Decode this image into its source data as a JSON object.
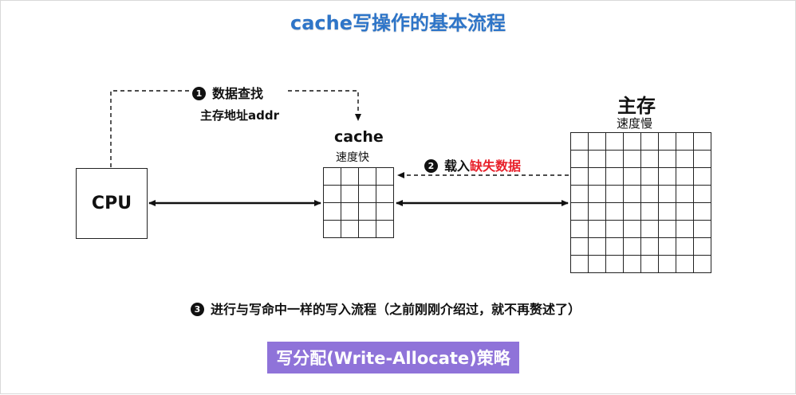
{
  "title": "cache写操作的基本流程",
  "step1": {
    "number": "1",
    "label": "数据查找",
    "sublabel": "主存地址addr"
  },
  "step2": {
    "number": "2",
    "label_prefix": "载入",
    "label_highlight": "缺失数据"
  },
  "step3": {
    "number": "3",
    "label": "进行与写命中一样的写入流程（之前刚刚介绍过，就不再赘述了）"
  },
  "cpu": {
    "label": "CPU"
  },
  "cache": {
    "label": "cache",
    "speed": "速度快",
    "grid_rows": 4,
    "grid_cols": 4
  },
  "memory": {
    "label": "主存",
    "speed": "速度慢",
    "grid_rows": 8,
    "grid_cols": 8
  },
  "policy_badge": "写分配(Write-Allocate)策略",
  "colors": {
    "title": "#2e75c8",
    "highlight": "#e8202a",
    "badge_bg": "#8f73d9"
  }
}
